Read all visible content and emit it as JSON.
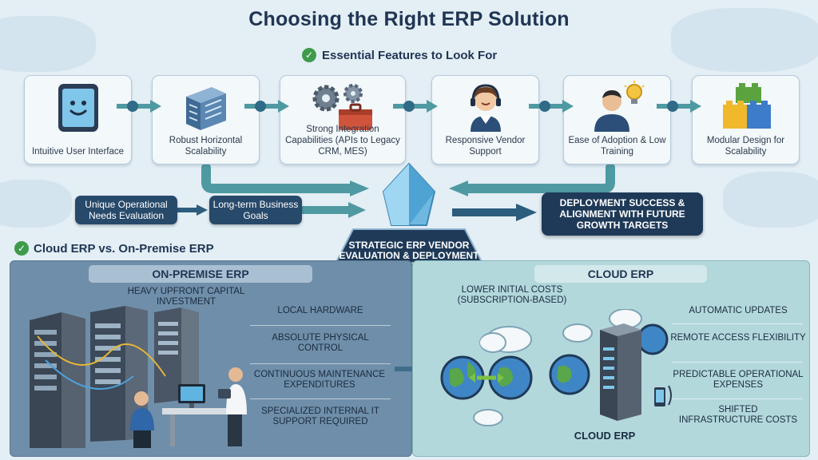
{
  "title": "Choosing the Right ERP Solution",
  "features_heading": "Essential Features to Look For",
  "features": [
    {
      "label": "Intuitive User Interface",
      "icon": "tablet-smiley-icon"
    },
    {
      "label": "Robust Horizontal Scalability",
      "icon": "server-stack-icon"
    },
    {
      "label": "Strong Integration Capabilities (APIs to Legacy CRM, MES)",
      "icon": "gears-toolbox-icon"
    },
    {
      "label": "Responsive Vendor Support",
      "icon": "support-agent-icon"
    },
    {
      "label": "Ease of Adoption & Low Training",
      "icon": "lightbulb-user-icon"
    },
    {
      "label": "Modular Design for Scalability",
      "icon": "building-blocks-icon"
    }
  ],
  "inputs": {
    "needs": "Unique Operational Needs Evaluation",
    "goals": "Long-term Business Goals"
  },
  "center": {
    "decision": "STRATEGIC ERP VENDOR EVALUATION & DEPLOYMENT DECISION",
    "outcome": "DEPLOYMENT SUCCESS & ALIGNMENT WITH FUTURE GROWTH TARGETS"
  },
  "comparison_heading": "Cloud ERP vs. On-Premise ERP",
  "onprem": {
    "title": "ON-PREMISE ERP",
    "capital": "HEAVY UPFRONT CAPITAL INVESTMENT",
    "features": [
      "LOCAL HARDWARE",
      "ABSOLUTE PHYSICAL CONTROL",
      "CONTINUOUS MAINTENANCE EXPENDITURES",
      "SPECIALIZED INTERNAL IT SUPPORT REQUIRED"
    ]
  },
  "cloud": {
    "title": "CLOUD ERP",
    "costs": "LOWER INITIAL COSTS (SUBSCRIPTION-BASED)",
    "features": [
      "AUTOMATIC UPDATES",
      "REMOTE ACCESS FLEXIBILITY",
      "PREDICTABLE OPERATIONAL EXPENSES",
      "SHIFTED INFRASTRUCTURE COSTS"
    ],
    "footer": "CLOUD ERP"
  },
  "colors": {
    "navy": "#1f3a58",
    "teal": "#4f9aa2",
    "green": "#3f9b4b",
    "onprem": "#6f8ea9",
    "cloud": "#b3d8dc"
  }
}
